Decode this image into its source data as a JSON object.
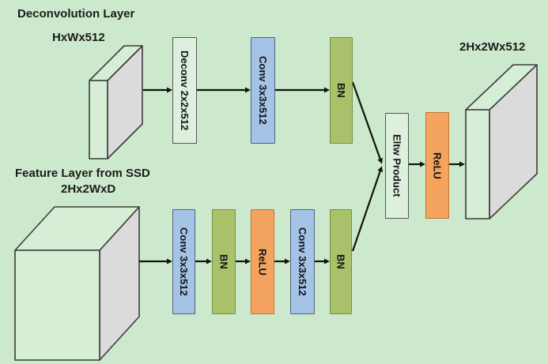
{
  "figure": {
    "title": "Deconvolution Layer",
    "input_label": "HxWx512",
    "feature_label_line1": "Feature Layer from SSD",
    "feature_label_line2": "2Hx2WxD",
    "output_label": "2Hx2Wx512",
    "top_branch": {
      "deconv": "Deconv 2x2x512",
      "conv": "Conv 3x3x512",
      "bn": "BN"
    },
    "bottom_branch": {
      "conv1": "Conv 3x3x512",
      "bn1": "BN",
      "relu": "ReLU",
      "conv2": "Conv 3x3x512",
      "bn2": "BN"
    },
    "merge": {
      "eltw": "Eltw Product",
      "relu": "ReLU"
    },
    "colors": {
      "background": "#cde9cd",
      "conv_blue": "#a4c3e6",
      "bn_olive": "#a9c16a",
      "relu_orange": "#f4a45e",
      "plain_box": "#ddefdd",
      "cube_face_green": "#d6edd6",
      "cube_side_gray": "#dbdbdb",
      "line_black": "#111111"
    }
  }
}
